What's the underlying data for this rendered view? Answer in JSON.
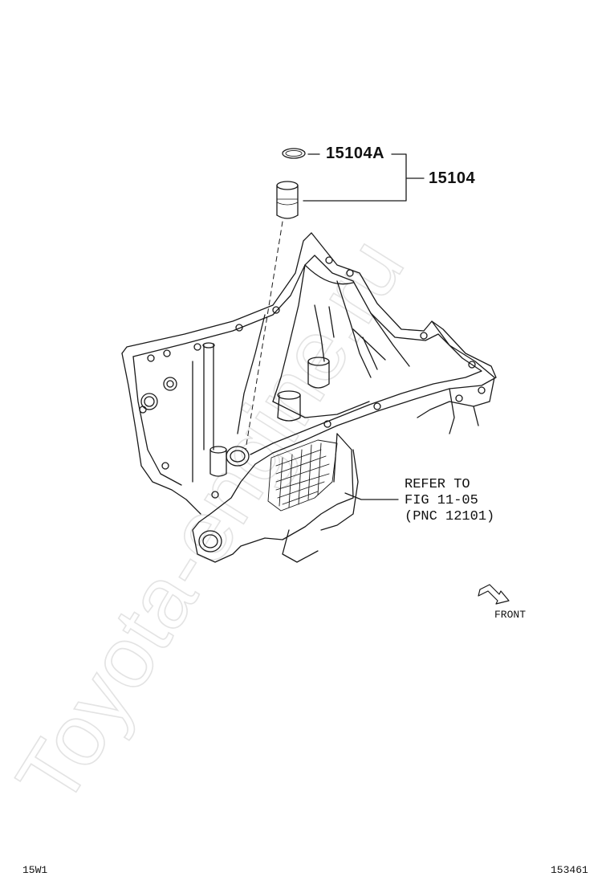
{
  "callouts": {
    "oring": "15104A",
    "strainer": "15104"
  },
  "refer_note": {
    "line1": "REFER TO",
    "line2": "FIG 11-05",
    "line3": "(PNC 12101)"
  },
  "front_label": "FRONT",
  "footer": {
    "left_code": "15W1",
    "right_code": "153461"
  },
  "watermark": "Toyota-engine.ru",
  "icons": {
    "front_arrow": "front-arrow-icon"
  }
}
